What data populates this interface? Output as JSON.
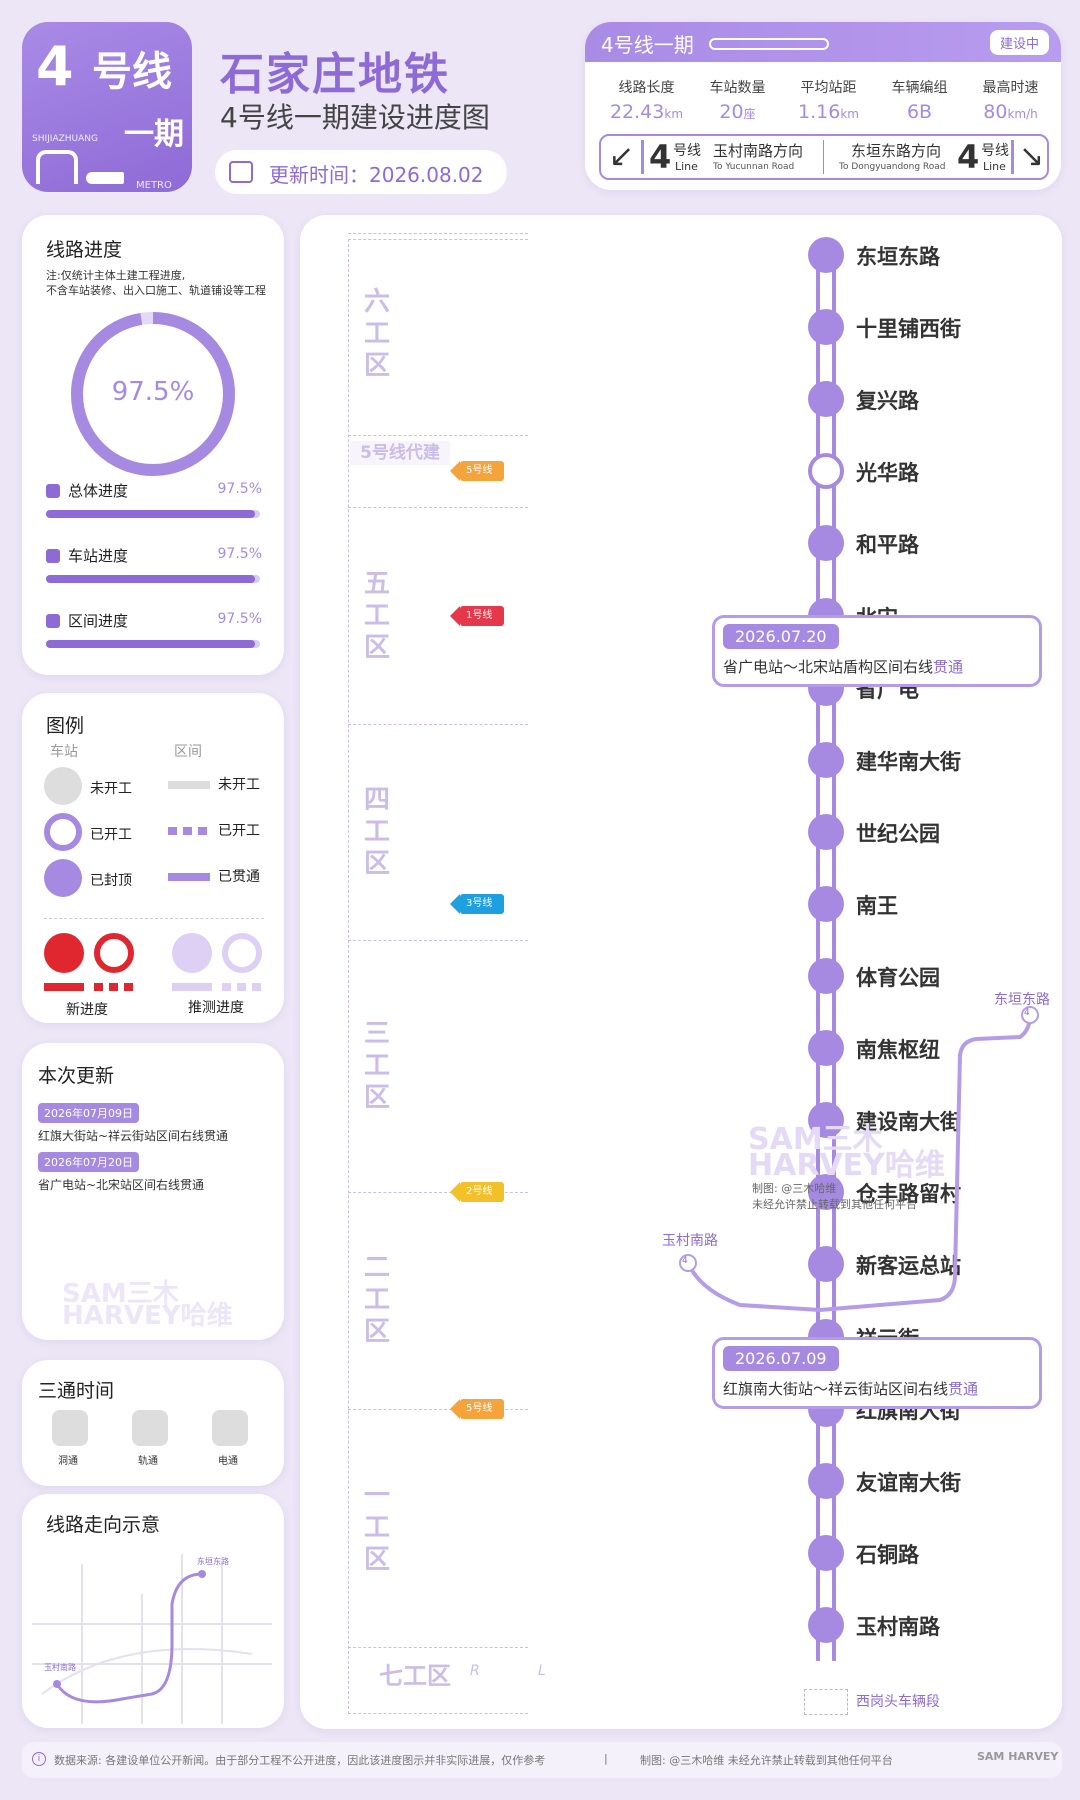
{
  "logo": {
    "line_num": "4",
    "line_hao": "号线",
    "city_en": "SHIJIAZHUANG",
    "phase": "一期",
    "metro": "METRO"
  },
  "header": {
    "title": "石家庄地铁",
    "subtitle": "4号线一期建设进度图",
    "update_label": "更新时间：2026.08.02"
  },
  "info": {
    "title": "4号线一期",
    "status": "建设中",
    "stats": [
      {
        "label": "线路长度",
        "value": "22.43",
        "unit": "km"
      },
      {
        "label": "车站数量",
        "value": "20",
        "unit": "座"
      },
      {
        "label": "平均站距",
        "value": "1.16",
        "unit": "km"
      },
      {
        "label": "车辆编组",
        "value": "6B",
        "unit": ""
      },
      {
        "label": "最高时速",
        "value": "80",
        "unit": "km/h"
      }
    ],
    "dir_left": {
      "num": "4",
      "hao": "号线",
      "line": "Line",
      "cn": "玉村南路方向",
      "en": "To Yucunnan Road"
    },
    "dir_right": {
      "num": "4",
      "hao": "号线",
      "line": "Line",
      "cn": "东垣东路方向",
      "en": "To Dongyuandong Road"
    }
  },
  "progress": {
    "title": "线路进度",
    "note1": "注:仅统计主体土建工程进度,",
    "note2": "不含车站装修、出入口施工、轨道铺设等工程",
    "ring_value": 0.975,
    "ring_label": "97.5%",
    "items": [
      {
        "label": "总体进度",
        "value_text": "97.5%",
        "value": 0.975
      },
      {
        "label": "车站进度",
        "value_text": "97.5%",
        "value": 0.975
      },
      {
        "label": "区间进度",
        "value_text": "97.5%",
        "value": 0.975
      }
    ]
  },
  "legend": {
    "title": "图例",
    "station_hdr": "车站",
    "section_hdr": "区间",
    "not_started": "未开工",
    "started": "已开工",
    "capped": "已封顶",
    "sec_not_started": "未开工",
    "sec_started": "已开工",
    "sec_through": "已贯通",
    "new_progress": "新进度",
    "estimated": "推测进度"
  },
  "updates": {
    "title": "本次更新",
    "items": [
      {
        "date": "2026年07月09日",
        "text": "红旗大街站~祥云街站区间右线贯通"
      },
      {
        "date": "2026年07月20日",
        "text": "省广电站~北宋站区间右线贯通"
      }
    ]
  },
  "three": {
    "title": "三通时间",
    "items": [
      "洞通",
      "轨通",
      "电通"
    ]
  },
  "direction": {
    "title": "线路走向示意",
    "label_ne": "东垣东路",
    "label_sw": "玉村南路",
    "badge": "4"
  },
  "stations": [
    "东垣东路",
    "十里铺西街",
    "复兴路",
    "光华路",
    "和平路",
    "北宋",
    "省广电",
    "建华南大街",
    "世纪公园",
    "南王",
    "体育公园",
    "南焦枢纽",
    "建设南大街",
    "仓丰路留村",
    "新客运总站",
    "祥云街",
    "红旗南大街",
    "友谊南大街",
    "石铜路",
    "玉村南路"
  ],
  "zones": [
    "六工区",
    "5号线代建",
    "五工区",
    "四工区",
    "三工区",
    "二工区",
    "一工区",
    "七工区"
  ],
  "transfers": [
    {
      "station": "光华路",
      "label": "5号线",
      "color": "#f5a33b"
    },
    {
      "station": "北宋",
      "label": "1号线",
      "color": "#e5384a"
    },
    {
      "station": "南王",
      "label": "3号线",
      "color": "#1e9fe0"
    },
    {
      "station": "仓丰路留村",
      "label": "2号线",
      "color": "#f2c12a"
    },
    {
      "station": "红旗南大街",
      "label": "5号线",
      "color": "#f5a33b"
    }
  ],
  "events": [
    {
      "date": "2026.07.20",
      "text_pre": "省广电站～北宋站盾构区间右线",
      "text_hl": "贯通"
    },
    {
      "date": "2026.07.09",
      "text_pre": "红旗南大街站～祥云街站区间右线",
      "text_hl": "贯通"
    }
  ],
  "map": {
    "depot": "西岗头车辆段",
    "rl_r": "R",
    "rl_l": "L",
    "mini_ne": "东垣东路",
    "mini_sw": "玉村南路",
    "mini_badge": "4",
    "wm1": "SAM三木",
    "wm2": "HARVEY哈维",
    "credit1": "制图: @三木哈维",
    "credit2": "未经允许禁止转载到其他任何平台"
  },
  "footer": {
    "src": "数据来源: 各建设单位公开新闻。由于部分工程不公开进度，因此该进度图示并非实际进展，仅作参考",
    "sep": "|",
    "credit": "制图: @三木哈维  未经允许禁止转载到其他任何平台",
    "brand": "SAM HARVEY"
  },
  "colors": {
    "purple": "#a68ae2",
    "dark_purple": "#8e6ad6",
    "red": "#e0262f"
  }
}
